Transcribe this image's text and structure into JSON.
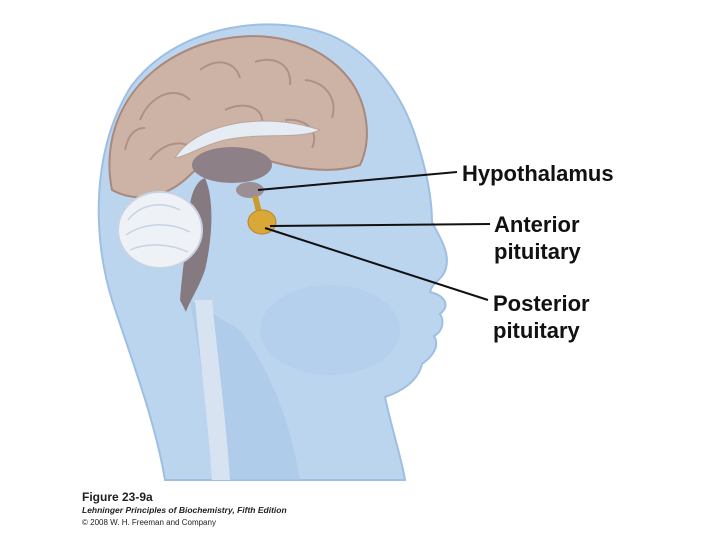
{
  "labels": {
    "hypothalamus": "Hypothalamus",
    "anterior_line1": "Anterior",
    "anterior_line2": "pituitary",
    "posterior_line1": "Posterior",
    "posterior_line2": "pituitary"
  },
  "caption": {
    "figure": "Figure 23-9a",
    "book": "Lehninger Principles of Biochemistry, Fifth Edition",
    "copyright": "© 2008 W. H. Freeman and Company"
  },
  "colors": {
    "skin": "#bcd5ef",
    "skin_shadow": "#9ebfe3",
    "brain": "#cdb3a6",
    "brain_fold": "#a8897c",
    "brainstem": "#857a80",
    "gland": "#d9a836",
    "leader_line": "#111111"
  }
}
